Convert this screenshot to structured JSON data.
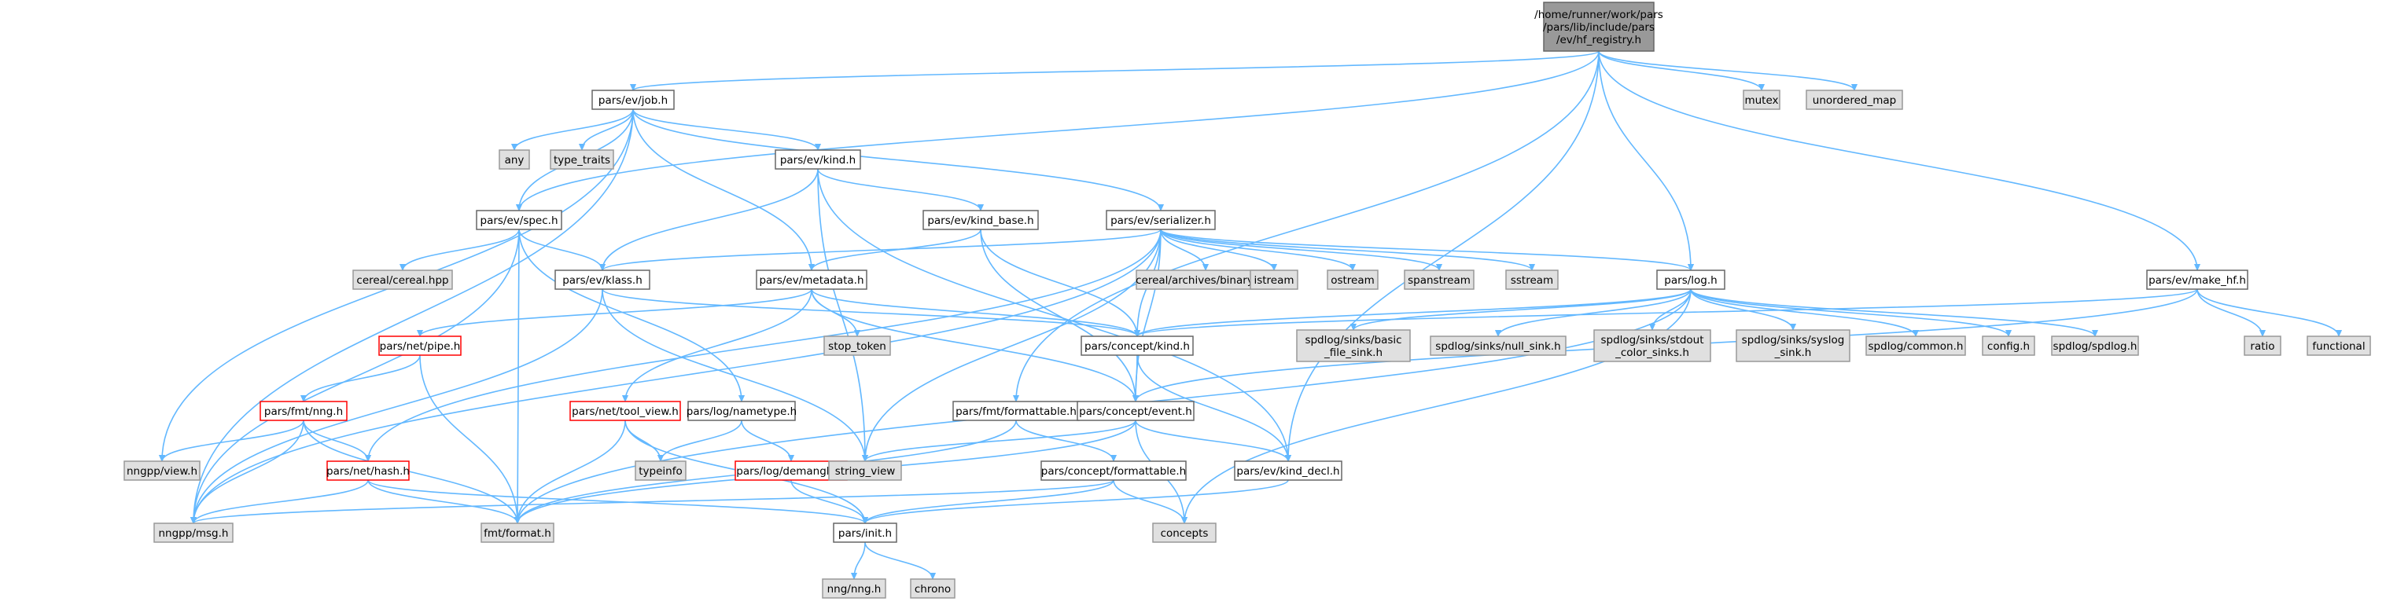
{
  "graph": {
    "colors": {
      "edge": "#63b8ff",
      "border_red": "#ff0000",
      "root_fill": "#999999",
      "external_fill": "#e0e0e0"
    },
    "nodes": [
      {
        "id": "root",
        "lines": [
          "/home/runner/work/pars",
          "/pars/lib/include/pars",
          "/ev/hf_registry.h"
        ],
        "style": "root"
      },
      {
        "id": "mutex",
        "lines": [
          "mutex"
        ],
        "style": "gray"
      },
      {
        "id": "unordered_map",
        "lines": [
          "unordered_map"
        ],
        "style": "gray"
      },
      {
        "id": "job",
        "lines": [
          "pars/ev/job.h"
        ],
        "style": "white"
      },
      {
        "id": "any",
        "lines": [
          "any"
        ],
        "style": "gray"
      },
      {
        "id": "type_traits",
        "lines": [
          "type_traits"
        ],
        "style": "gray"
      },
      {
        "id": "kind",
        "lines": [
          "pars/ev/kind.h"
        ],
        "style": "white"
      },
      {
        "id": "spec",
        "lines": [
          "pars/ev/spec.h"
        ],
        "style": "white"
      },
      {
        "id": "kind_base",
        "lines": [
          "pars/ev/kind_base.h"
        ],
        "style": "white"
      },
      {
        "id": "serializer",
        "lines": [
          "pars/ev/serializer.h"
        ],
        "style": "white"
      },
      {
        "id": "cereal",
        "lines": [
          "cereal/cereal.hpp"
        ],
        "style": "gray"
      },
      {
        "id": "klass",
        "lines": [
          "pars/ev/klass.h"
        ],
        "style": "white"
      },
      {
        "id": "metadata",
        "lines": [
          "pars/ev/metadata.h"
        ],
        "style": "white"
      },
      {
        "id": "binary",
        "lines": [
          "cereal/archives/binary.hpp"
        ],
        "style": "gray"
      },
      {
        "id": "istream",
        "lines": [
          "istream"
        ],
        "style": "gray"
      },
      {
        "id": "ostream",
        "lines": [
          "ostream"
        ],
        "style": "gray"
      },
      {
        "id": "spanstream",
        "lines": [
          "spanstream"
        ],
        "style": "gray"
      },
      {
        "id": "sstream",
        "lines": [
          "sstream"
        ],
        "style": "gray"
      },
      {
        "id": "log",
        "lines": [
          "pars/log.h"
        ],
        "style": "white"
      },
      {
        "id": "make_hf",
        "lines": [
          "pars/ev/make_hf.h"
        ],
        "style": "white"
      },
      {
        "id": "pipe",
        "lines": [
          "pars/net/pipe.h"
        ],
        "style": "red"
      },
      {
        "id": "stop_token",
        "lines": [
          "stop_token"
        ],
        "style": "gray"
      },
      {
        "id": "concept_kind",
        "lines": [
          "pars/concept/kind.h"
        ],
        "style": "white"
      },
      {
        "id": "basic_file",
        "lines": [
          "spdlog/sinks/basic",
          "_file_sink.h"
        ],
        "style": "gray"
      },
      {
        "id": "null_sink",
        "lines": [
          "spdlog/sinks/null_sink.h"
        ],
        "style": "gray"
      },
      {
        "id": "stdout_sinks",
        "lines": [
          "spdlog/sinks/stdout",
          "_color_sinks.h"
        ],
        "style": "gray"
      },
      {
        "id": "syslog_sink",
        "lines": [
          "spdlog/sinks/syslog",
          "_sink.h"
        ],
        "style": "gray"
      },
      {
        "id": "spdlog_common",
        "lines": [
          "spdlog/common.h"
        ],
        "style": "gray"
      },
      {
        "id": "config",
        "lines": [
          "config.h"
        ],
        "style": "gray"
      },
      {
        "id": "spdlog",
        "lines": [
          "spdlog/spdlog.h"
        ],
        "style": "gray"
      },
      {
        "id": "ratio",
        "lines": [
          "ratio"
        ],
        "style": "gray"
      },
      {
        "id": "functional",
        "lines": [
          "functional"
        ],
        "style": "gray"
      },
      {
        "id": "nng",
        "lines": [
          "pars/fmt/nng.h"
        ],
        "style": "red"
      },
      {
        "id": "tool_view",
        "lines": [
          "pars/net/tool_view.h"
        ],
        "style": "red"
      },
      {
        "id": "nametype",
        "lines": [
          "pars/log/nametype.h"
        ],
        "style": "white"
      },
      {
        "id": "formattable_fmt",
        "lines": [
          "pars/fmt/formattable.h"
        ],
        "style": "white"
      },
      {
        "id": "event",
        "lines": [
          "pars/concept/event.h"
        ],
        "style": "white"
      },
      {
        "id": "nngview",
        "lines": [
          "nngpp/view.h"
        ],
        "style": "gray"
      },
      {
        "id": "hash",
        "lines": [
          "pars/net/hash.h"
        ],
        "style": "red"
      },
      {
        "id": "typeinfo",
        "lines": [
          "typeinfo"
        ],
        "style": "gray"
      },
      {
        "id": "demangle",
        "lines": [
          "pars/log/demangle.h"
        ],
        "style": "red"
      },
      {
        "id": "string_view",
        "lines": [
          "string_view"
        ],
        "style": "gray"
      },
      {
        "id": "formattable_concept",
        "lines": [
          "pars/concept/formattable.h"
        ],
        "style": "white"
      },
      {
        "id": "kind_decl",
        "lines": [
          "pars/ev/kind_decl.h"
        ],
        "style": "white"
      },
      {
        "id": "nngmsg",
        "lines": [
          "nngpp/msg.h"
        ],
        "style": "gray"
      },
      {
        "id": "fmtformat",
        "lines": [
          "fmt/format.h"
        ],
        "style": "gray"
      },
      {
        "id": "init",
        "lines": [
          "pars/init.h"
        ],
        "style": "white"
      },
      {
        "id": "concepts",
        "lines": [
          "concepts"
        ],
        "style": "gray"
      },
      {
        "id": "nngnng",
        "lines": [
          "nng/nng.h"
        ],
        "style": "gray"
      },
      {
        "id": "chrono",
        "lines": [
          "chrono"
        ],
        "style": "gray"
      }
    ]
  }
}
